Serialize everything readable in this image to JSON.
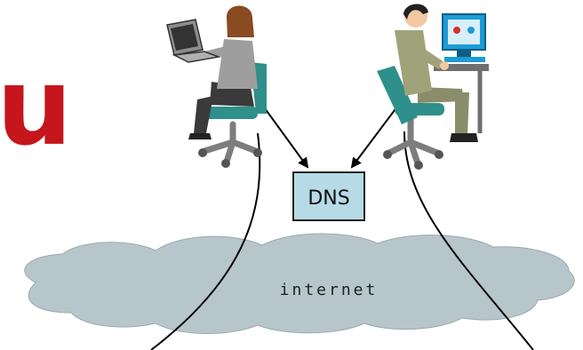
{
  "fragment_text": "u",
  "dns_label": "DNS",
  "cloud_label": "internet",
  "colors": {
    "fragment_red": "#c4161c",
    "dns_box_fill": "#b6dbe6",
    "cloud_fill": "#b7c6ca",
    "chair_teal": "#2f8f8a",
    "chair_grey": "#a9a9a9",
    "monitor_blue": "#1d9bd7"
  },
  "icons": {
    "left_person": "woman-at-laptop-icon",
    "right_person": "man-at-computer-icon"
  }
}
